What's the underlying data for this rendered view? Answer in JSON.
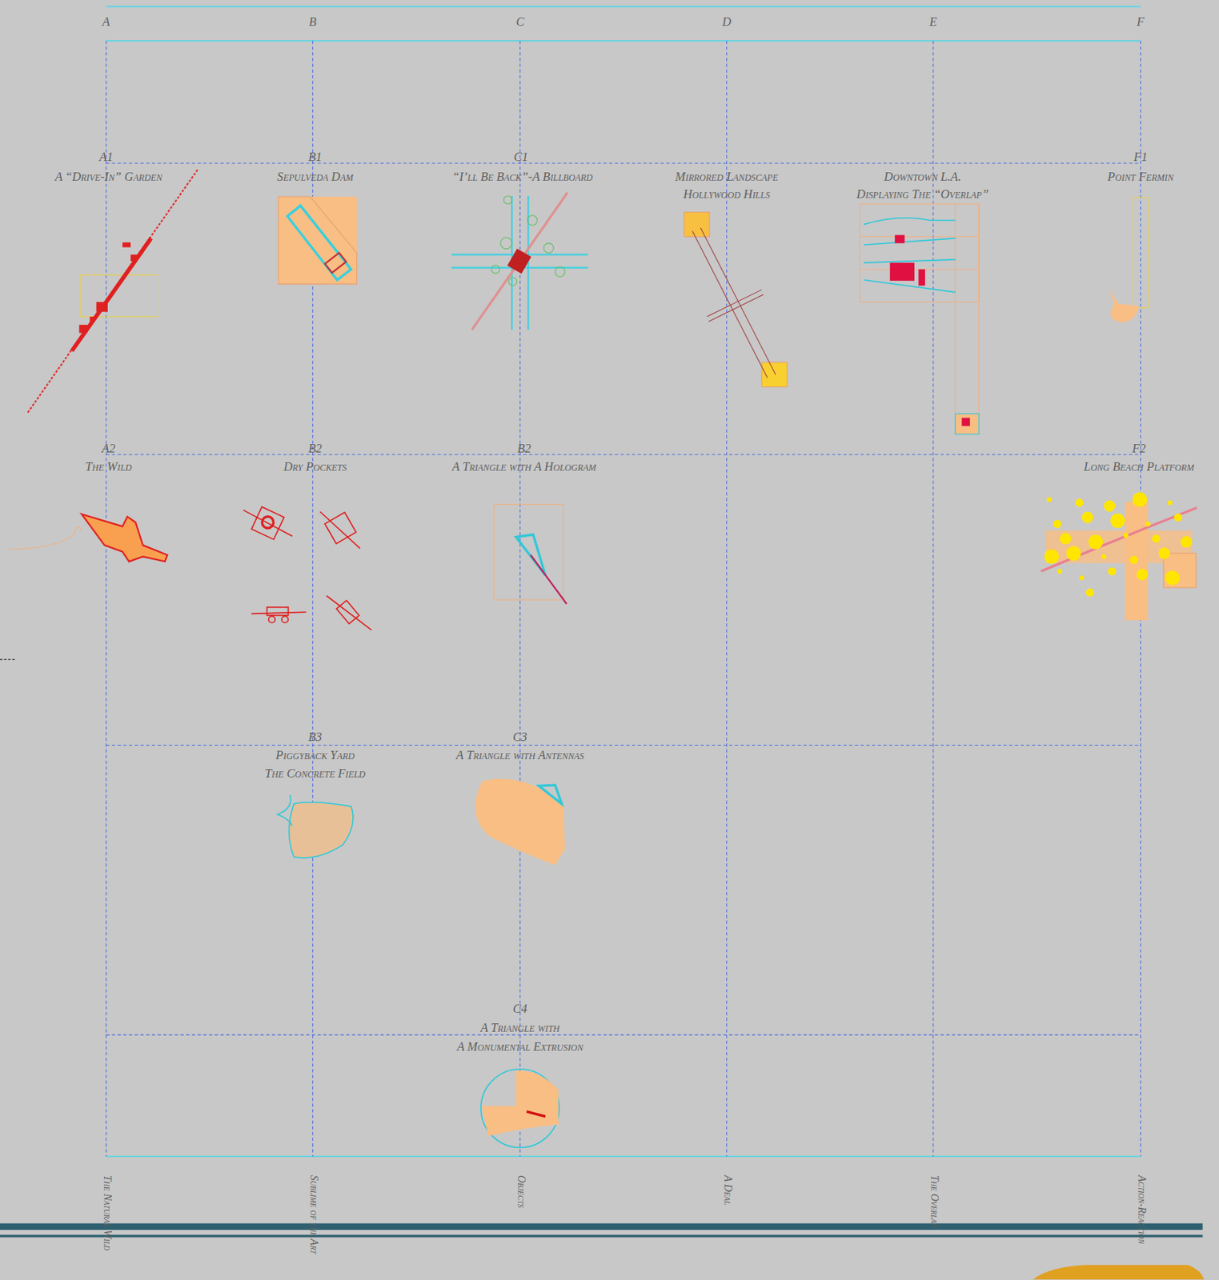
{
  "diagram": {
    "labels": [
      "A",
      "B",
      "C",
      "D",
      "E",
      "F",
      "A1",
      "A “Drive-In” Garden",
      "B1",
      "Sepulveda Dam",
      "C1",
      "“I’ll Be Back”-A Billboard",
      "Mirrored Landscape",
      "Hollywood Hills",
      "Downtown L.A.",
      "Displaying The “Overlap”",
      "F1",
      "Point Fermin",
      "A2",
      "The Wild",
      "B2",
      "Dry Pockets",
      "B2",
      "A Triangle with A Hologram",
      "F2",
      "Long Beach Platform",
      "B3",
      "Piggyback Yard",
      "The Concrete Field",
      "C3",
      "A Triangle with Antennas",
      "C4",
      "A Triangle with",
      "A Monumental Extrusion",
      "The Natural Wild",
      "Sublime of the Art",
      "Objects",
      "A Deal",
      "The Overlap",
      "Action-Reaction"
    ]
  }
}
